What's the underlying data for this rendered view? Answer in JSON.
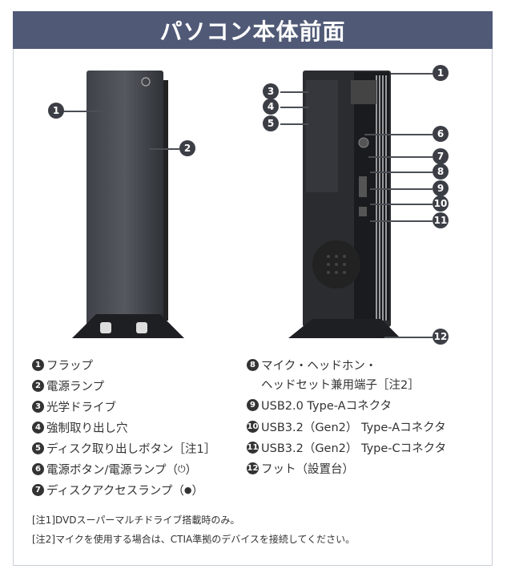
{
  "title": "パソコン本体前面",
  "labels": [
    "1",
    "2",
    "3",
    "4",
    "5",
    "6",
    "7",
    "8",
    "9",
    "10",
    "11",
    "12"
  ],
  "items_left": [
    {
      "num": "1",
      "text": "フラップ"
    },
    {
      "num": "2",
      "text": "電源ランプ"
    },
    {
      "num": "3",
      "text": "光学ドライブ"
    },
    {
      "num": "4",
      "text": "強制取り出し穴"
    },
    {
      "num": "5",
      "text": "ディスク取り出しボタン［注1］"
    },
    {
      "num": "6",
      "text": "電源ボタン/電源ランプ（",
      "icon": "⏻",
      "after": "）"
    },
    {
      "num": "7",
      "text": "ディスクアクセスランプ（",
      "icon": "●",
      "after": "）"
    }
  ],
  "items_right": [
    {
      "num": "8",
      "text": "マイク・ヘッドホン・",
      "line2": "ヘッドセット兼用端子［注2］"
    },
    {
      "num": "9",
      "text": "USB2.0 Type-Aコネクタ"
    },
    {
      "num": "10",
      "text": "USB3.2（Gen2） Type-Aコネクタ"
    },
    {
      "num": "11",
      "text": "USB3.2（Gen2） Type-Cコネクタ"
    },
    {
      "num": "12",
      "text": "フット（設置台）"
    }
  ],
  "notes": [
    "[注1]DVDスーパーマルチドライブ搭載時のみ。",
    "[注2]マイクを使用する場合は、CTIA準拠のデバイスを接続してください。"
  ]
}
